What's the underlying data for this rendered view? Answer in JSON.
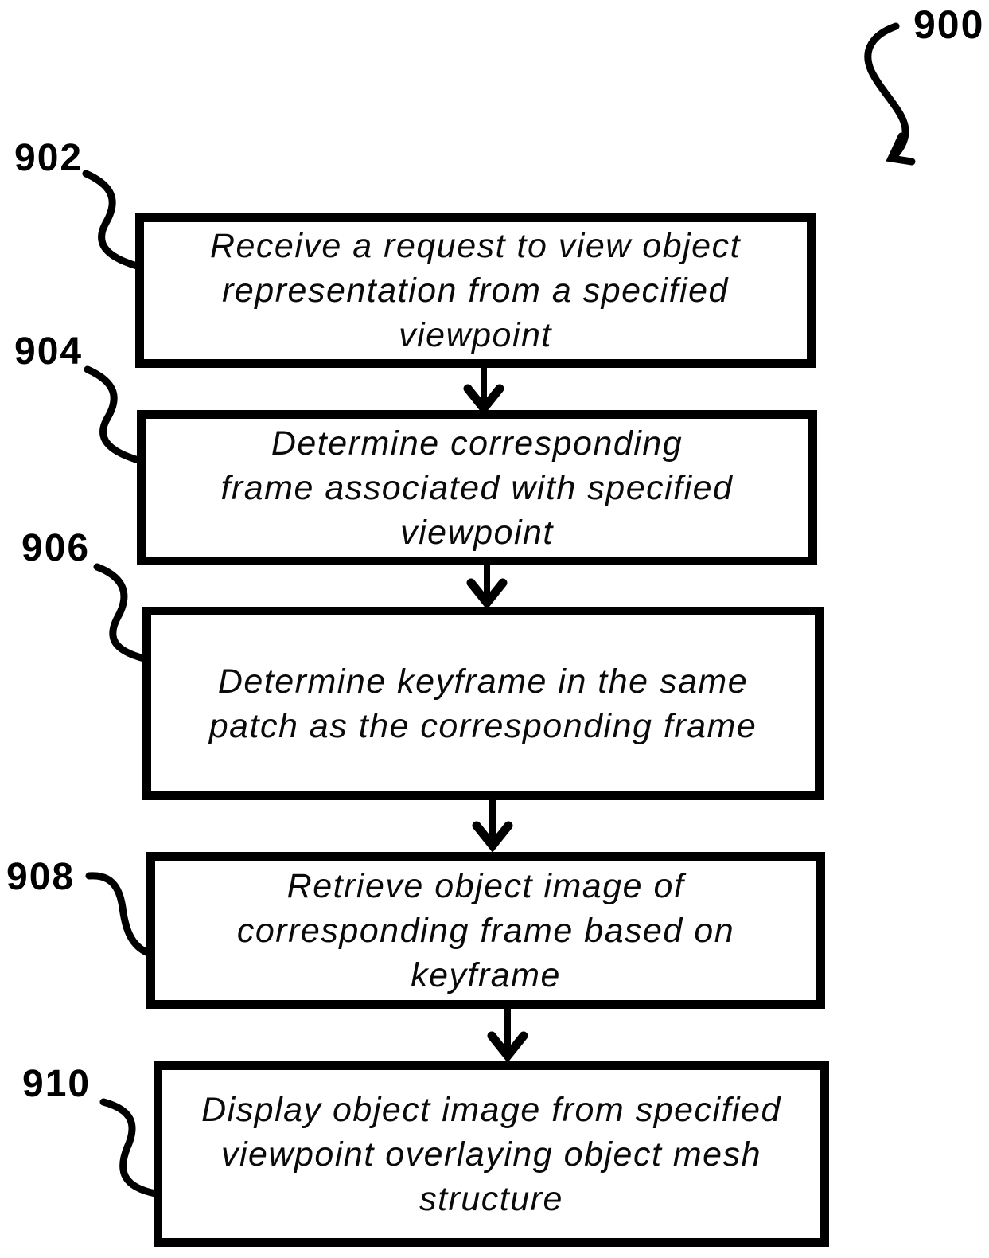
{
  "figure": {
    "reference": "900",
    "steps": [
      {
        "ref": "902",
        "lines": [
          "Receive a request to view object",
          "representation from a specified",
          "viewpoint"
        ]
      },
      {
        "ref": "904",
        "lines": [
          "Determine corresponding",
          "frame associated with specified",
          "viewpoint"
        ]
      },
      {
        "ref": "906",
        "lines": [
          "Determine keyframe in the same",
          "patch as the corresponding frame"
        ]
      },
      {
        "ref": "908",
        "lines": [
          "Retrieve object image of",
          "corresponding frame based on",
          "keyframe"
        ]
      },
      {
        "ref": "910",
        "lines": [
          "Display object image from specified",
          "viewpoint overlaying object mesh",
          "structure"
        ]
      }
    ],
    "colors": {
      "ink": "#000000",
      "paper": "#ffffff"
    }
  }
}
